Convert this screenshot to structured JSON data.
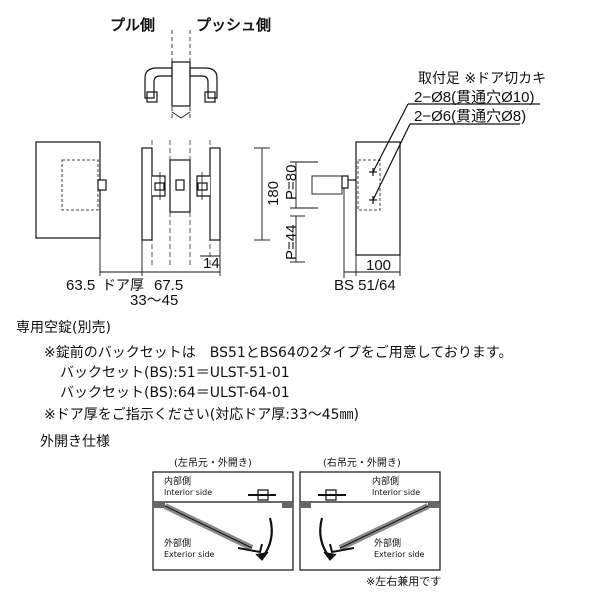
{
  "top_view": {
    "pull_side": "プル側",
    "push_side": "プッシュ側"
  },
  "callouts": {
    "mount_leg": "取付足 ※ドア切カキ",
    "hole_8": "2−Ø8(貫通穴Ø10)",
    "hole_6": "2−Ø6(貫通穴Ø8)"
  },
  "dimensions": {
    "d180": "180",
    "p80": "P=80",
    "p44": "P=44",
    "d14": "14",
    "d63_5": "63.5",
    "door_thickness": "ドア厚",
    "d67_5": "67.5",
    "door_range": "33〜45",
    "d100": "100",
    "bs": "BS 51/64"
  },
  "notes": {
    "heading": "専用空錠(別売)",
    "line1": "※錠前のバックセットは　BS51とBS64の2タイプをご用意しております。",
    "line2": "バックセット(BS):51＝ULST-51-01",
    "line3": "バックセット(BS):64＝ULST-64-01",
    "line4": "※ドア厚をご指示ください(対応ドア厚:33〜45㎜)"
  },
  "spec": {
    "heading": "外開き仕様",
    "left_title": "(左吊元・外開き)",
    "right_title": "(右吊元・外開き)",
    "interior_jp": "内部側",
    "interior_en": "Interior side",
    "exterior_jp": "外部側",
    "exterior_en": "Exterior side",
    "footnote": "※左右兼用です"
  }
}
